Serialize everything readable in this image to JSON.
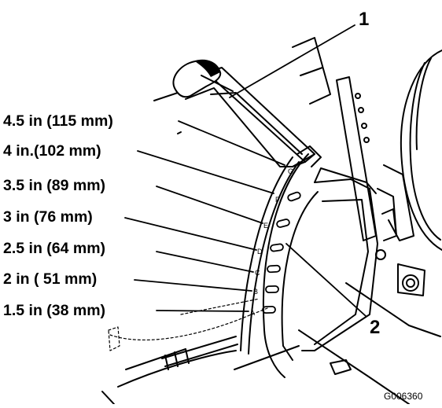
{
  "height_labels": [
    "4.5 in (115 mm)",
    "4 in.(102 mm)",
    "3.5 in (89 mm)",
    "3 in (76 mm)",
    "2.5 in (64 mm)",
    "2 in ( 51 mm)",
    "1.5 in (38 mm)"
  ],
  "slot_letters": [
    "G",
    "F",
    "E",
    "D",
    "C",
    "B",
    "A"
  ],
  "callouts": {
    "lever": "1",
    "plate": "2"
  },
  "figure_id": "G006360"
}
